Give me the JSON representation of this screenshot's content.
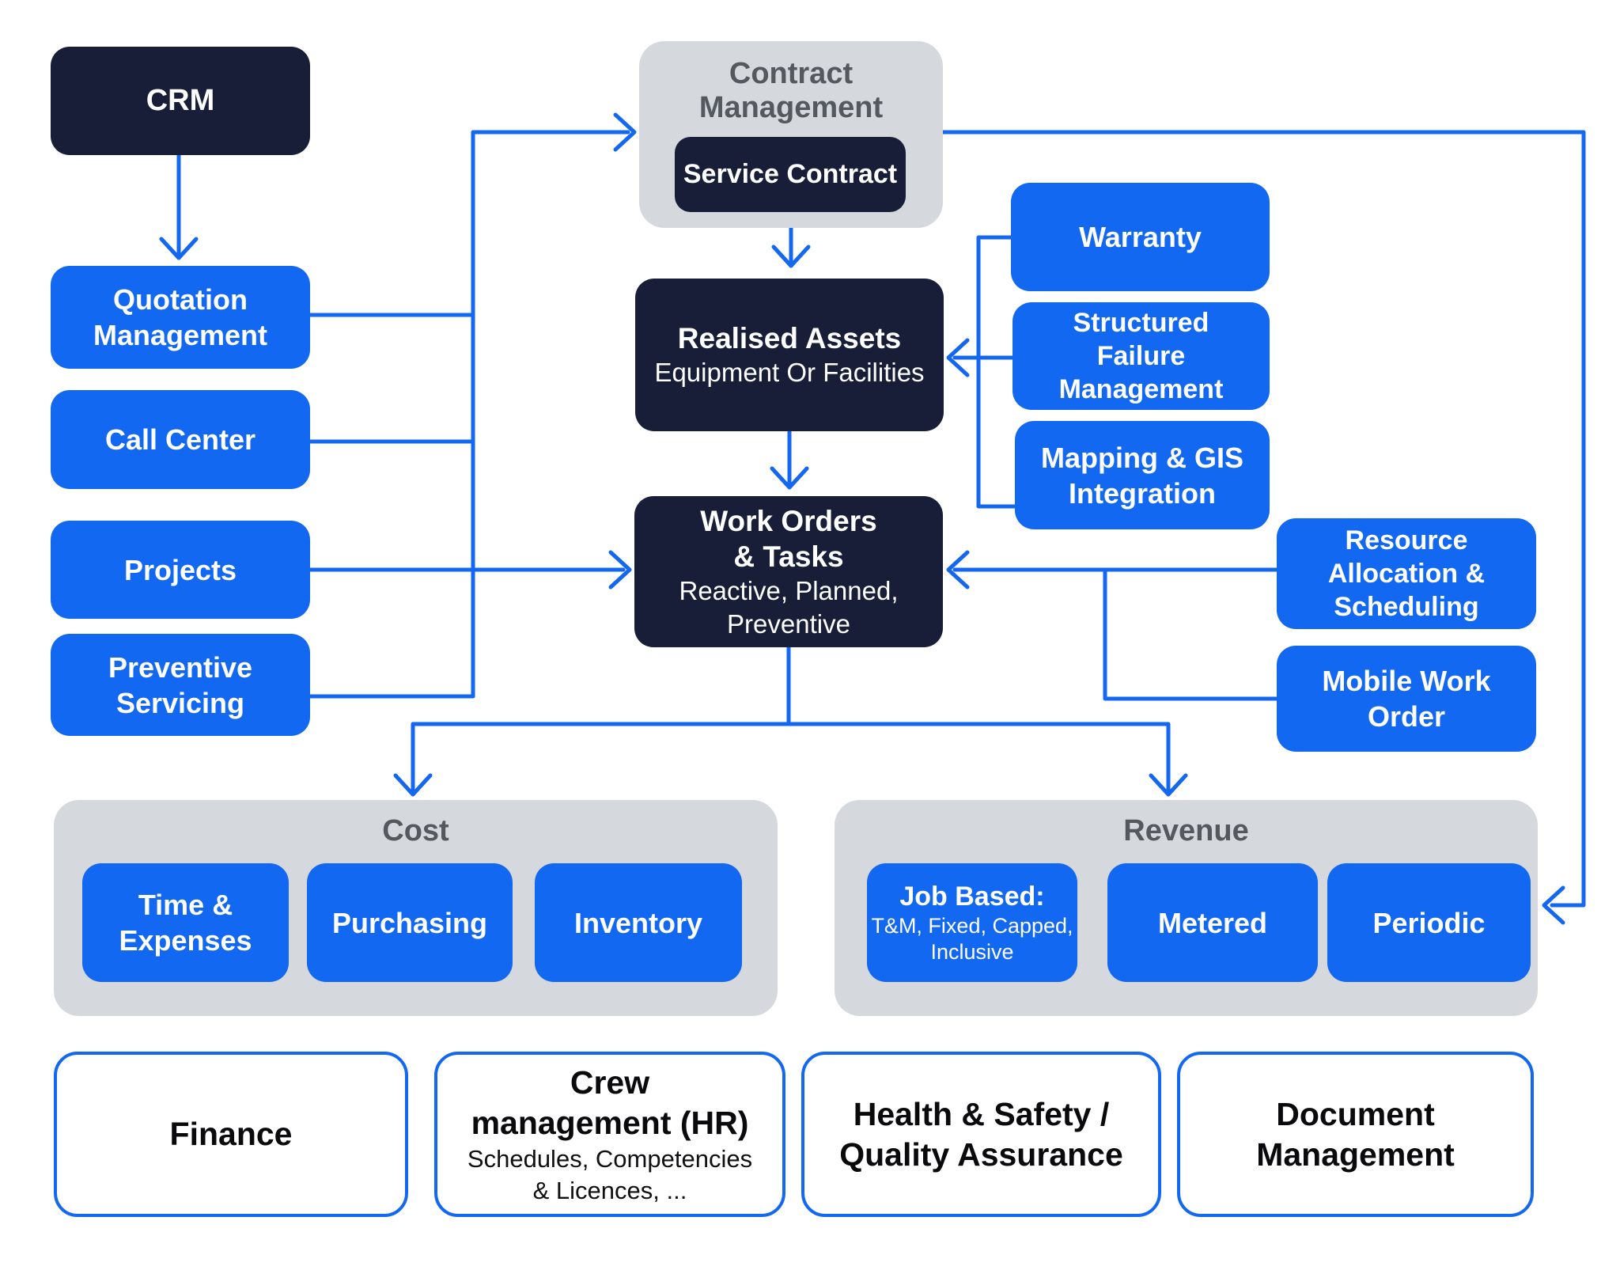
{
  "palette": {
    "accent_blue": "#1268F1",
    "dark_navy": "#181E38",
    "container_gray": "#D5D9DE",
    "container_title_gray": "#54585F",
    "connector_blue": "#1467F0"
  },
  "nodes": {
    "crm": {
      "lines": [
        "CRM"
      ]
    },
    "quotation_management": {
      "lines": [
        "Quotation",
        "Management"
      ]
    },
    "call_center": {
      "lines": [
        "Call Center"
      ]
    },
    "projects": {
      "lines": [
        "Projects"
      ]
    },
    "preventive_servicing": {
      "lines": [
        "Preventive",
        "Servicing"
      ]
    },
    "contract_management": {
      "title_lines": [
        "Contract",
        "Management"
      ]
    },
    "service_contract": {
      "lines": [
        "Service Contract"
      ]
    },
    "realised_assets": {
      "title": "Realised Assets",
      "subtitle": "Equipment Or Facilities"
    },
    "warranty": {
      "lines": [
        "Warranty"
      ]
    },
    "structured_failure_management": {
      "lines": [
        "Structured",
        "Failure",
        "Management"
      ]
    },
    "mapping_gis_integration": {
      "lines": [
        "Mapping & GIS",
        "Integration"
      ]
    },
    "work_orders_tasks": {
      "title_lines": [
        "Work Orders",
        "& Tasks"
      ],
      "subtitle_lines": [
        "Reactive, Planned,",
        "Preventive"
      ]
    },
    "resource_allocation_scheduling": {
      "lines": [
        "Resource",
        "Allocation &",
        "Scheduling"
      ]
    },
    "mobile_work_order": {
      "lines": [
        "Mobile Work",
        "Order"
      ]
    },
    "cost_group": {
      "title": "Cost"
    },
    "time_expenses": {
      "lines": [
        "Time &",
        "Expenses"
      ]
    },
    "purchasing": {
      "lines": [
        "Purchasing"
      ]
    },
    "inventory": {
      "lines": [
        "Inventory"
      ]
    },
    "revenue_group": {
      "title": "Revenue"
    },
    "job_based": {
      "title": "Job Based:",
      "subtitle_lines": [
        "T&M, Fixed, Capped,",
        "Inclusive"
      ]
    },
    "metered": {
      "lines": [
        "Metered"
      ]
    },
    "periodic": {
      "lines": [
        "Periodic"
      ]
    },
    "finance": {
      "lines": [
        "Finance"
      ]
    },
    "crew_management": {
      "title_lines": [
        "Crew",
        "management (HR)"
      ],
      "subtitle_lines": [
        "Schedules, Competencies",
        "& Licences, ..."
      ]
    },
    "health_safety_qa": {
      "lines": [
        "Health & Safety /",
        "Quality Assurance"
      ]
    },
    "document_management": {
      "lines": [
        "Document",
        "Management"
      ]
    }
  }
}
